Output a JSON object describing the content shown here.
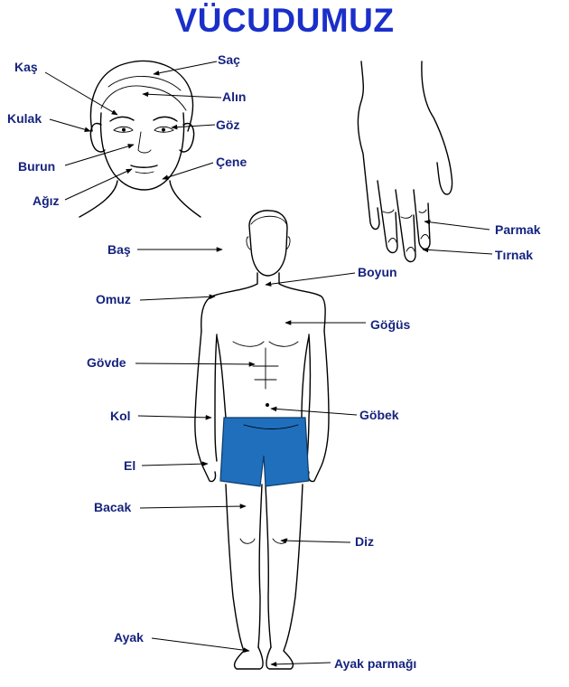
{
  "title": "VÜCUDUMUZ",
  "colors": {
    "title": "#1a2fc9",
    "label": "#16237f",
    "shorts": "#1f6fbd"
  },
  "labels": {
    "kas": "Kaş",
    "sac": "Saç",
    "alin": "Alın",
    "kulak": "Kulak",
    "goz": "Göz",
    "burun": "Burun",
    "cene": "Çene",
    "agiz": "Ağız",
    "parmak": "Parmak",
    "tirnak": "Tırnak",
    "bas": "Baş",
    "boyun": "Boyun",
    "omuz": "Omuz",
    "gogus": "Göğüs",
    "govde": "Gövde",
    "kol": "Kol",
    "gobek": "Göbek",
    "el": "El",
    "bacak": "Bacak",
    "diz": "Diz",
    "ayak": "Ayak",
    "ayak_parmagi": "Ayak parmağı"
  }
}
